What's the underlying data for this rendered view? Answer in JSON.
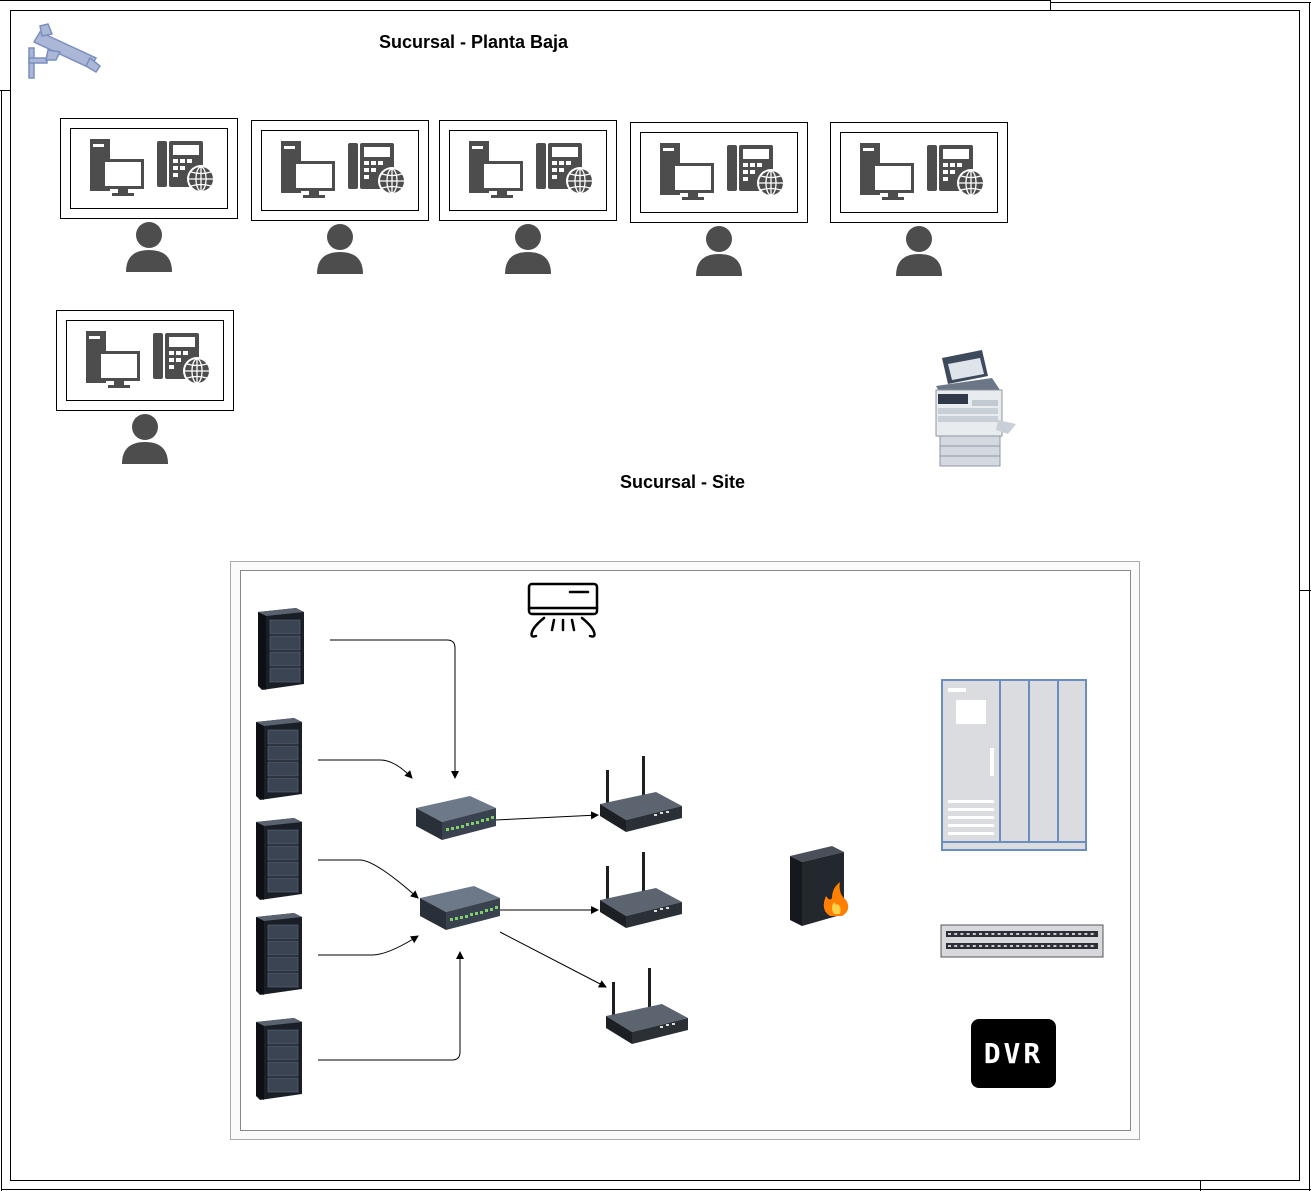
{
  "titles": {
    "ground_floor": "Sucursal - Planta Baja",
    "site": "Sucursal - Site"
  },
  "dvr": {
    "label": "DVR"
  },
  "icons": {
    "camera": "security-camera-icon",
    "workstation_pc": "desktop-computer-icon",
    "workstation_phone": "ip-phone-icon",
    "user": "user-icon",
    "copier": "multifunction-printer-icon",
    "air_conditioner": "air-conditioner-icon",
    "server": "server-rack-icon",
    "switch": "network-switch-icon",
    "router": "wireless-router-icon",
    "firewall": "firewall-icon",
    "cabinet": "rack-cabinet-icon",
    "patch_panel": "patch-panel-icon",
    "dvr": "dvr-icon"
  },
  "colors": {
    "icon_gray": "#4d4d4d",
    "camera_blue": "#aab7d6",
    "cabinet_blue": "#6c8ebf",
    "dvr_bg": "#000000",
    "fire": "#ff7f00"
  }
}
